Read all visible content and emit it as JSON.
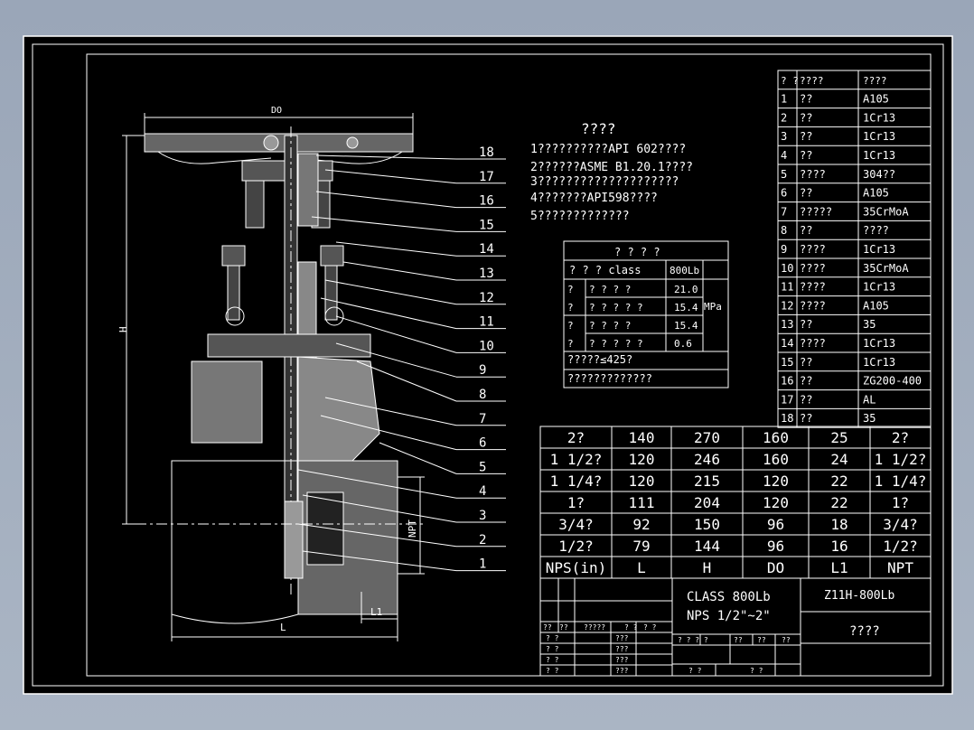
{
  "notes": {
    "title": "????",
    "lines": [
      "1??????????API 602????",
      "2??????ASME B1.20.1????",
      "3????????????????????",
      "4???????API598????",
      "5?????????????"
    ]
  },
  "test_table": {
    "title": "? ? ? ?",
    "class_label": "? ? ? class",
    "class_value": "800Lb",
    "rows": [
      {
        "group": "?",
        "name": "? ? ? ?",
        "value": "21.0"
      },
      {
        "group": "?",
        "name": "? ? ? ? ?",
        "value": "15.4"
      },
      {
        "group": "?",
        "name": "? ? ? ?",
        "value": "15.4"
      },
      {
        "group": "?",
        "name": "? ? ? ? ?",
        "value": "0.6"
      }
    ],
    "unit": "MPa",
    "note1": "?????≤425?",
    "note2": "?????????????"
  },
  "parts_table": {
    "header": [
      "? ?",
      "????",
      "????"
    ],
    "rows": [
      [
        "1",
        "??",
        "A105"
      ],
      [
        "2",
        "??",
        "1Cr13"
      ],
      [
        "3",
        "??",
        "1Cr13"
      ],
      [
        "4",
        "??",
        "1Cr13"
      ],
      [
        "5",
        "????",
        "304??"
      ],
      [
        "6",
        "??",
        "A105"
      ],
      [
        "7",
        "?????",
        "35CrMoA"
      ],
      [
        "8",
        "??",
        "????"
      ],
      [
        "9",
        "????",
        "1Cr13"
      ],
      [
        "10",
        "????",
        "35CrMoA"
      ],
      [
        "11",
        "????",
        "1Cr13"
      ],
      [
        "12",
        "????",
        "A105"
      ],
      [
        "13",
        "??",
        "35"
      ],
      [
        "14",
        "????",
        "1Cr13"
      ],
      [
        "15",
        "??",
        "1Cr13"
      ],
      [
        "16",
        "??",
        "ZG200-400"
      ],
      [
        "17",
        "??",
        "AL"
      ],
      [
        "18",
        "??",
        "35"
      ]
    ]
  },
  "dim_table": {
    "rows": [
      [
        "2?",
        "140",
        "270",
        "160",
        "25",
        "2?"
      ],
      [
        "1 1/2?",
        "120",
        "246",
        "160",
        "24",
        "1 1/2?"
      ],
      [
        "1 1/4?",
        "120",
        "215",
        "120",
        "22",
        "1 1/4?"
      ],
      [
        "1?",
        "111",
        "204",
        "120",
        "22",
        "1?"
      ],
      [
        "3/4?",
        "92",
        "150",
        "96",
        "18",
        "3/4?"
      ],
      [
        "1/2?",
        "79",
        "144",
        "96",
        "16",
        "1/2?"
      ]
    ],
    "header": [
      "NPS(in)",
      "L",
      "H",
      "DO",
      "L1",
      "NPT"
    ]
  },
  "title_block": {
    "spec_line1": "CLASS 800Lb",
    "spec_line2": "NPS 1/2\"~2\"",
    "model": "Z11H-800Lb",
    "name": "????",
    "left_header": [
      "??",
      "??",
      "?????",
      "? ?",
      "? ?"
    ],
    "left_rows": [
      [
        "? ?",
        "???"
      ],
      [
        "? ?",
        "???"
      ],
      [
        "? ?",
        "???"
      ],
      [
        "? ?",
        "???"
      ]
    ],
    "scale_header": [
      "? ? ? ?",
      "??",
      "??",
      "??"
    ],
    "sheet_row": [
      "?  ?",
      "?  ?"
    ]
  },
  "drawing": {
    "dim_do": "DO",
    "dim_h": "H",
    "dim_l": "L",
    "dim_l1": "L1",
    "dim_npt": "NPT",
    "leaders": [
      "18",
      "17",
      "16",
      "15",
      "14",
      "13",
      "12",
      "11",
      "10",
      "9",
      "8",
      "7",
      "6",
      "5",
      "4",
      "3",
      "2",
      "1"
    ]
  }
}
